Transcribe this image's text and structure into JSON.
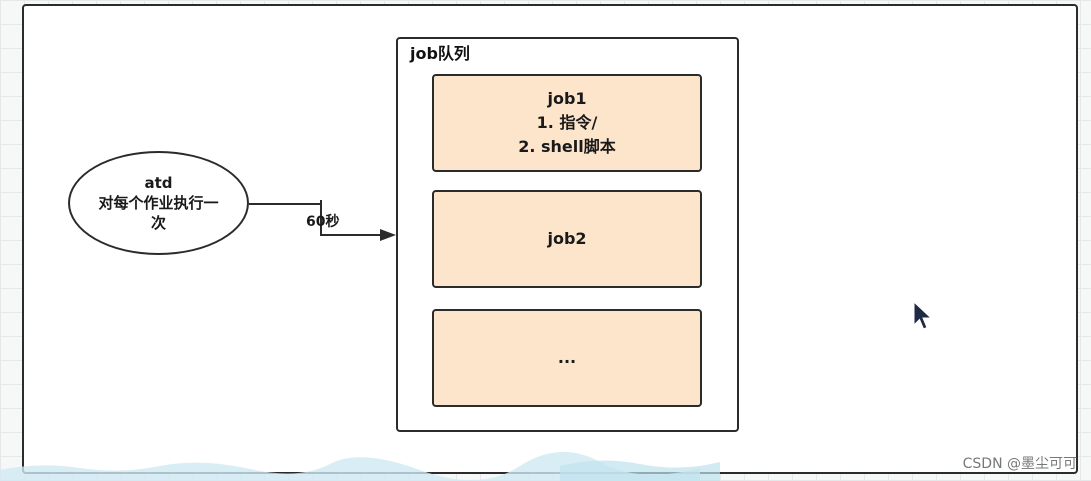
{
  "diagram": {
    "daemon": {
      "name": "atd",
      "description_line1": "对每个作业执行一",
      "description_line2": "次"
    },
    "interval_label": "60秒",
    "queue": {
      "title": "job队列",
      "jobs": [
        {
          "title": "job1",
          "lines": [
            "1. 指令/",
            "2. shell脚本"
          ]
        },
        {
          "title": "job2",
          "lines": []
        },
        {
          "title": "...",
          "lines": []
        }
      ]
    }
  },
  "watermark": "CSDN @墨尘可可",
  "colors": {
    "job_fill": "#fde5cc",
    "stroke": "#2b2b2b",
    "background": "#ffffff"
  },
  "icons": [
    "mouse-pointer-icon"
  ]
}
